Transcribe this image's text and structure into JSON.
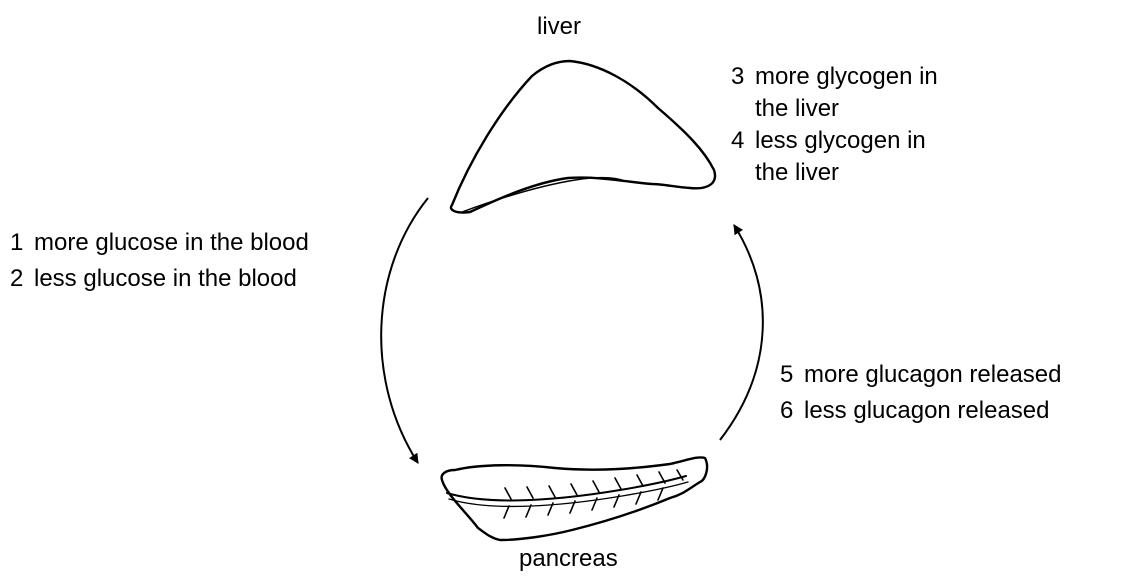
{
  "organs": {
    "liver": "liver",
    "pancreas": "pancreas"
  },
  "options": {
    "blood": [
      {
        "num": "1",
        "text": "more glucose in the blood"
      },
      {
        "num": "2",
        "text": "less glucose in the blood"
      }
    ],
    "liver": [
      {
        "num": "3",
        "lines": [
          "more glycogen in",
          "the liver"
        ]
      },
      {
        "num": "4",
        "lines": [
          "less glycogen in",
          "the liver"
        ]
      }
    ],
    "glucagon": [
      {
        "num": "5",
        "text": "more glucagon released"
      },
      {
        "num": "6",
        "text": "less glucagon released"
      }
    ]
  }
}
